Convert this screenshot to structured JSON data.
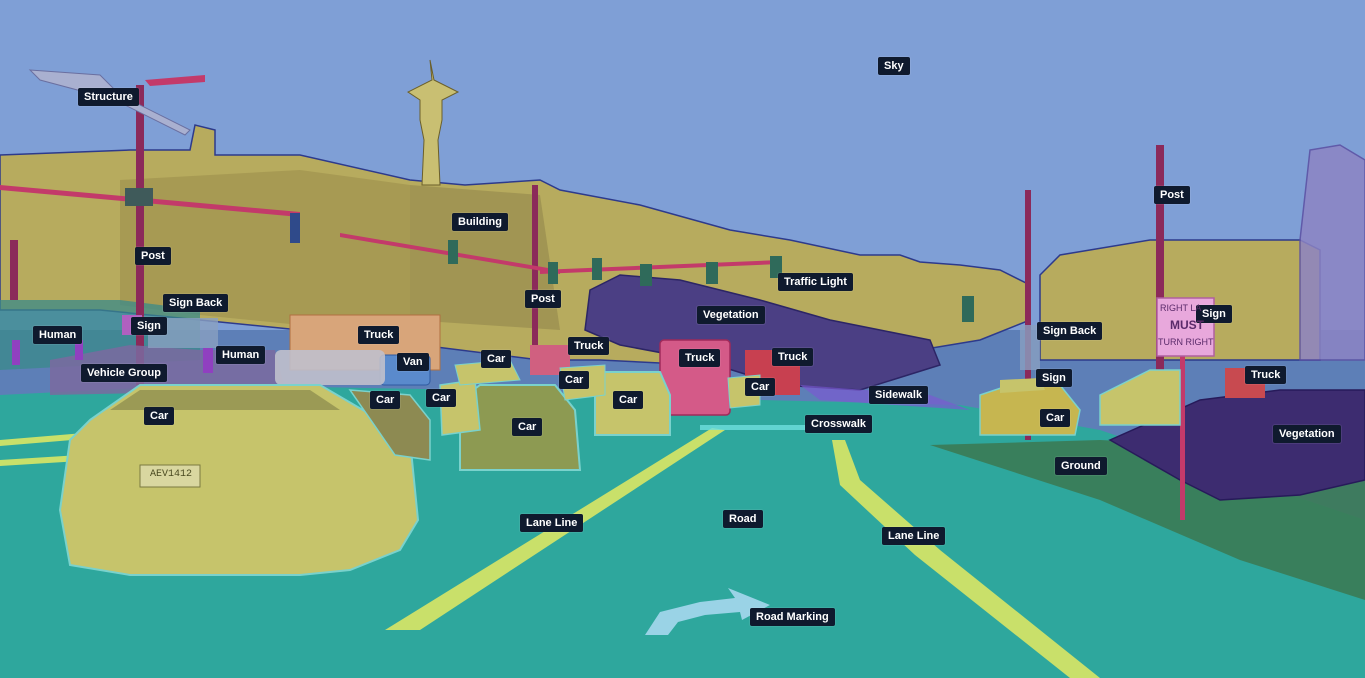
{
  "image": {
    "description_free": true,
    "colors": {
      "sky": "#7f9fd6",
      "building": "#b7ab5e",
      "road": "#2ea79d",
      "lane_line": "#c9e06a",
      "vegetation": "#4b3f84",
      "car": "#c6c46b",
      "truck": "#d45a88",
      "post": "#8b2a5a",
      "label_bg": "#0f1a2e",
      "label_text": "#ffffff"
    },
    "car_plate": "AEV1412",
    "sign_text": [
      "RIGHT LA",
      "MUST",
      "TURN RIGHT"
    ]
  },
  "labels": {
    "sky": "Sky",
    "structure": "Structure",
    "building": "Building",
    "post_left": "Post",
    "post_mid": "Post",
    "post_right": "Post",
    "traffic_light": "Traffic Light",
    "vegetation_mid": "Vegetation",
    "vegetation_right": "Vegetation",
    "sign_back_left": "Sign Back",
    "sign_back_right": "Sign Back",
    "sign_left": "Sign",
    "sign_right1": "Sign",
    "sign_right2": "Sign",
    "human_left": "Human",
    "human_mid": "Human",
    "truck_left": "Truck",
    "truck_mid": "Truck",
    "truck_center": "Truck",
    "truck_right_mid": "Truck",
    "truck_far_right": "Truck",
    "van": "Van",
    "vehicle_group": "Vehicle Group",
    "car_main": "Car",
    "car_2": "Car",
    "car_3": "Car",
    "car_4": "Car",
    "car_5": "Car",
    "car_6": "Car",
    "car_7": "Car",
    "car_8": "Car",
    "car_9": "Car",
    "sidewalk": "Sidewalk",
    "crosswalk": "Crosswalk",
    "ground": "Ground",
    "lane_line_left": "Lane Line",
    "lane_line_right": "Lane Line",
    "road": "Road",
    "road_marking": "Road Marking"
  }
}
